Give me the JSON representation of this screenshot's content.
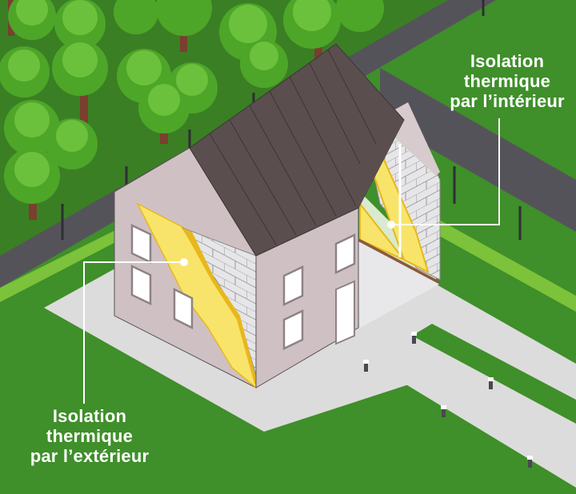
{
  "labels": {
    "interior": {
      "line1": "Isolation",
      "line2": "thermique",
      "line3": "par l’intérieur"
    },
    "exterior": {
      "line1": "Isolation",
      "line2": "thermique",
      "line3": "par l’extérieur"
    }
  },
  "colors": {
    "grass": "#3f8f2a",
    "grass_light": "#4f9e34",
    "hedge": "#7cc23a",
    "fence": "#55535a",
    "roof": "#5b4e4f",
    "wall": "#cfc1c3",
    "wall_gable": "#d8cbcd",
    "insulation": "#f8e46a",
    "insulation_edge": "#e8b81a",
    "block": "#e6e6e8",
    "interior_panel": "#d9ead0",
    "floor": "#e8e8ea",
    "path": "#dcdcdc",
    "tree_leaf": "#5cb530",
    "tree_trunk": "#7a3f2e",
    "text": "#ffffff"
  }
}
